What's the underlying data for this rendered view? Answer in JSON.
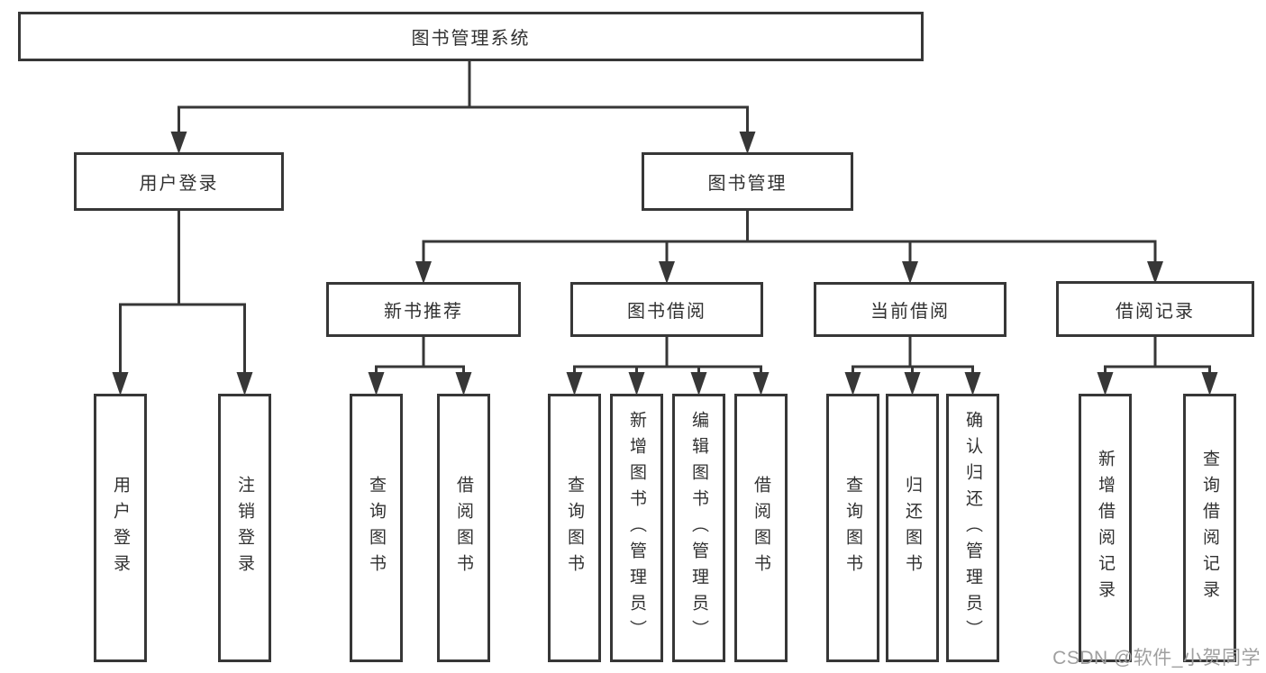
{
  "diagram": {
    "root": {
      "label": "图书管理系统"
    },
    "level2": [
      {
        "label": "用户登录",
        "parent": "图书管理系统"
      },
      {
        "label": "图书管理",
        "parent": "图书管理系统"
      }
    ],
    "level3": [
      {
        "label": "新书推荐",
        "parent": "图书管理"
      },
      {
        "label": "图书借阅",
        "parent": "图书管理"
      },
      {
        "label": "当前借阅",
        "parent": "图书管理"
      },
      {
        "label": "借阅记录",
        "parent": "图书管理"
      }
    ],
    "leaves": [
      {
        "label": "用户登录",
        "parent": "用户登录"
      },
      {
        "label": "注销登录",
        "parent": "用户登录"
      },
      {
        "label": "查询图书",
        "parent": "新书推荐"
      },
      {
        "label": "借阅图书",
        "parent": "新书推荐"
      },
      {
        "label": "查询图书",
        "parent": "图书借阅"
      },
      {
        "label": "新增图书（管理员）",
        "parent": "图书借阅"
      },
      {
        "label": "编辑图书（管理员）",
        "parent": "图书借阅"
      },
      {
        "label": "借阅图书",
        "parent": "图书借阅"
      },
      {
        "label": "查询图书",
        "parent": "当前借阅"
      },
      {
        "label": "归还图书",
        "parent": "当前借阅"
      },
      {
        "label": "确认归还（管理员）",
        "parent": "当前借阅"
      },
      {
        "label": "新增借阅记录",
        "parent": "借阅记录"
      },
      {
        "label": "查询借阅记录",
        "parent": "借阅记录"
      }
    ]
  },
  "watermark": "CSDN @软件_小贺同学",
  "colors": {
    "line": "#373737",
    "box_border": "#373737",
    "text": "#313131",
    "background": "#ffffff",
    "watermark": "#9f9f9f"
  }
}
